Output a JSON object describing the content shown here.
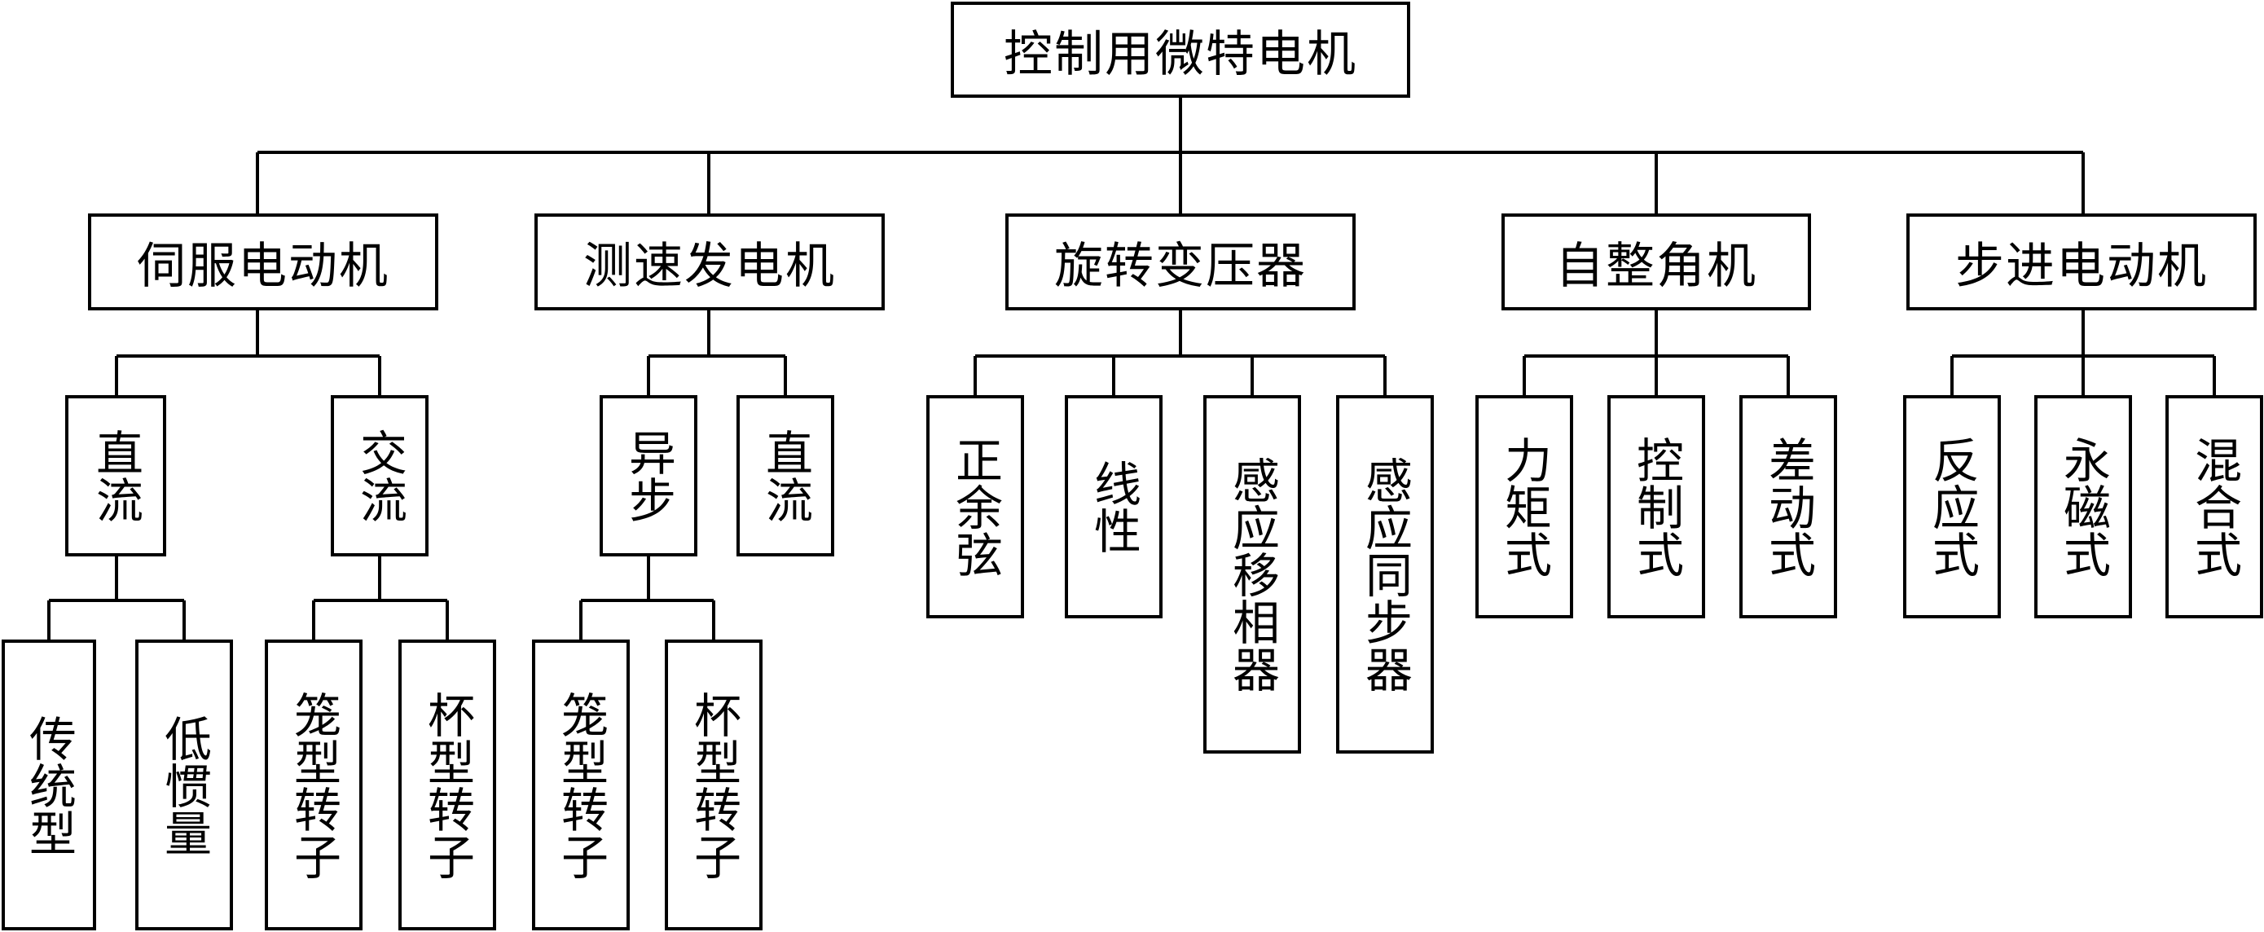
{
  "root": {
    "label": "控制用微特电机"
  },
  "categories": [
    {
      "label": "伺服电动机",
      "children": [
        {
          "label": "直流",
          "children": [
            {
              "label": "传统型"
            },
            {
              "label": "低惯量"
            }
          ]
        },
        {
          "label": "交流",
          "children": [
            {
              "label": "笼型转子"
            },
            {
              "label": "杯型转子"
            }
          ]
        }
      ]
    },
    {
      "label": "测速发电机",
      "children": [
        {
          "label": "异步",
          "children": [
            {
              "label": "笼型转子"
            },
            {
              "label": "杯型转子"
            }
          ]
        },
        {
          "label": "直流"
        }
      ]
    },
    {
      "label": "旋转变压器",
      "children": [
        {
          "label": "正余弦"
        },
        {
          "label": "线性"
        },
        {
          "label": "感应移相器"
        },
        {
          "label": "感应同步器"
        }
      ]
    },
    {
      "label": "自整角机",
      "children": [
        {
          "label": "力矩式"
        },
        {
          "label": "控制式"
        },
        {
          "label": "差动式"
        }
      ]
    },
    {
      "label": "步进电动机",
      "children": [
        {
          "label": "反应式"
        },
        {
          "label": "永磁式"
        },
        {
          "label": "混合式"
        }
      ]
    }
  ]
}
